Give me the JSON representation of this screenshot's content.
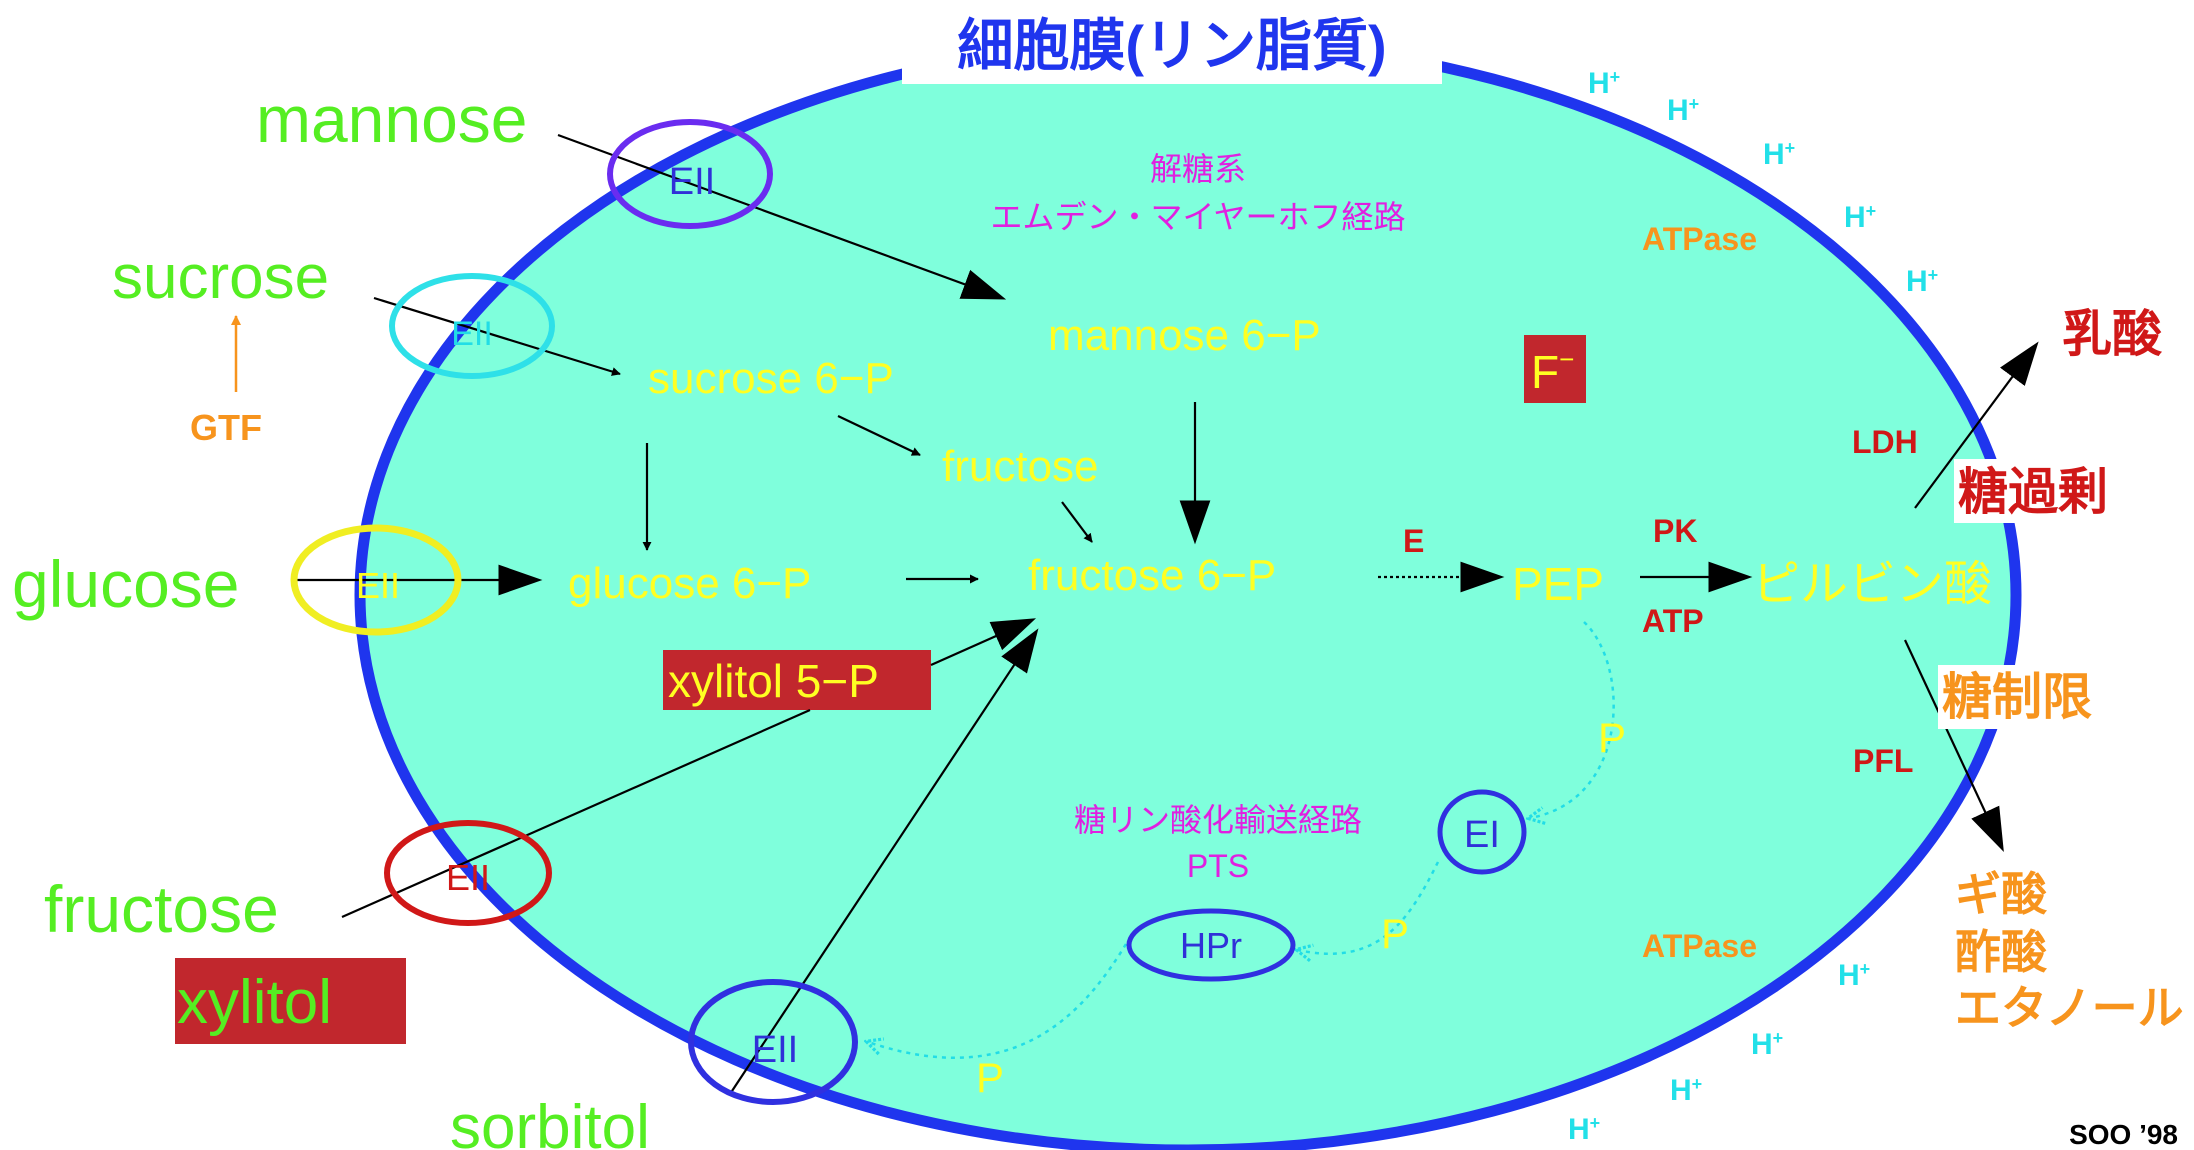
{
  "membrane": {
    "title": "細胞膜(リン脂質)"
  },
  "pathway_titles": {
    "glycolysis_line1": "解糖系",
    "glycolysis_line2": "エムデン・マイヤーホフ経路",
    "pts_line1": "糖リン酸化輸送経路",
    "pts_line2": "PTS"
  },
  "external_sugars": {
    "mannose": "mannose",
    "sucrose": "sucrose",
    "glucose": "glucose",
    "fructose": "fructose",
    "xylitol": "xylitol",
    "sorbitol": "sorbitol",
    "gtf": "GTF"
  },
  "transporters": {
    "eii": "EII",
    "ei": "EI",
    "hpr": "HPr"
  },
  "intracellular": {
    "mannose6p": "mannose 6−P",
    "sucrose6p": "sucrose 6−P",
    "fructose": "fructose",
    "glucose6p": "glucose 6−P",
    "fructose6p": "fructose 6−P",
    "xylitol5p": "xylitol 5−P",
    "pep": "PEP",
    "pyruvate": "ピルビン酸",
    "phosphate": "P"
  },
  "enzymes": {
    "e": "E",
    "pk": "PK",
    "atp": "ATP",
    "ldh": "LDH",
    "pfl": "PFL",
    "atpase": "ATPase",
    "fluoride": "F",
    "fluoride_sup": "−",
    "proton": "H",
    "proton_sup": "+"
  },
  "products": {
    "lactate": "乳酸",
    "sugar_excess": "糖過剰",
    "sugar_limit": "糖制限",
    "formate": "ギ酸",
    "acetate": "酢酸",
    "ethanol": "エタノール"
  },
  "credit": "SOO ’98",
  "colors": {
    "cell_fill": "#7fffdc",
    "membrane": "#1f35ee",
    "external_sugar": "#55ee22",
    "intracellular": "#ffff22",
    "magenta": "#e020e0",
    "orange": "#f7941d",
    "red_label": "#c1272d",
    "dark_red": "#d01818",
    "proton": "#22e0e8",
    "transporter_text": "#3030d8"
  }
}
